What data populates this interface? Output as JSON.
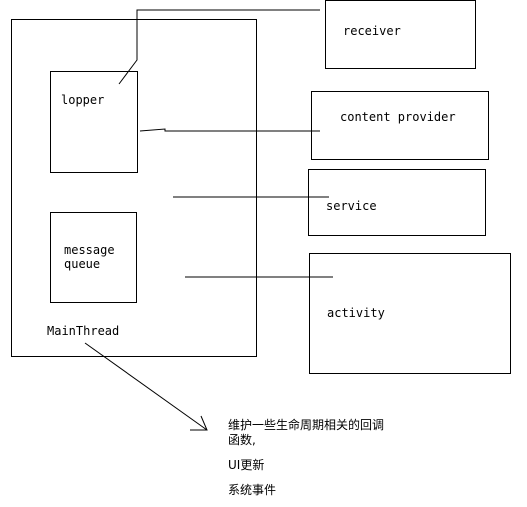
{
  "colors": {
    "stroke": "#000000",
    "background": "#ffffff"
  },
  "diagram": {
    "main_thread": {
      "label": "MainThread"
    },
    "looper": {
      "label": "lopper"
    },
    "message_queue": {
      "label_lines": [
        "message",
        "queue"
      ]
    },
    "components": {
      "receiver": "receiver",
      "content_provider": "content provider",
      "service": "service",
      "activity": "activity"
    },
    "notes": {
      "lifecycle_line1": "维护一些生命周期相关的回调",
      "lifecycle_line2": "函数,",
      "ui_update": "UI更新",
      "system_events": "系统事件"
    }
  }
}
